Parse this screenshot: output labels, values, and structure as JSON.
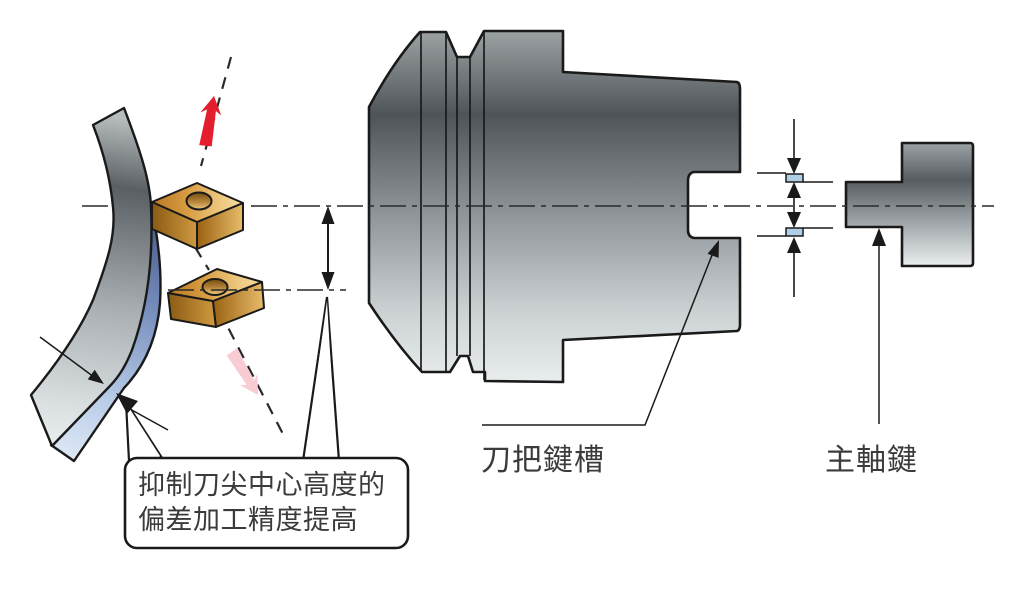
{
  "diagram": {
    "background": "#ffffff",
    "labels": {
      "holder_keyway": "刀把鍵槽",
      "spindle_key": "主軸鍵",
      "callout_line1": "抑制刀尖中心高度的",
      "callout_line2": "偏差加工精度提高"
    },
    "parts": [
      {
        "name": "workpiece-arc"
      },
      {
        "name": "cutting-insert-upper"
      },
      {
        "name": "cutting-insert-lower"
      },
      {
        "name": "tool-holder-body"
      },
      {
        "name": "holder-keyway-notch"
      },
      {
        "name": "spindle-key-block"
      },
      {
        "name": "key-fit-blocks"
      },
      {
        "name": "center-height-dimension-arrow"
      }
    ],
    "colors": {
      "outline": "#1a1a1a",
      "metal_dark": "#4f5458",
      "metal_light": "#e9edee",
      "machined_layer_blue": "#7b93c0",
      "insert_gold": "#d89d44",
      "key_block_fill": "#aed0e6",
      "arrow_red": "#e51f2d",
      "text": "#3b3b3b"
    }
  }
}
